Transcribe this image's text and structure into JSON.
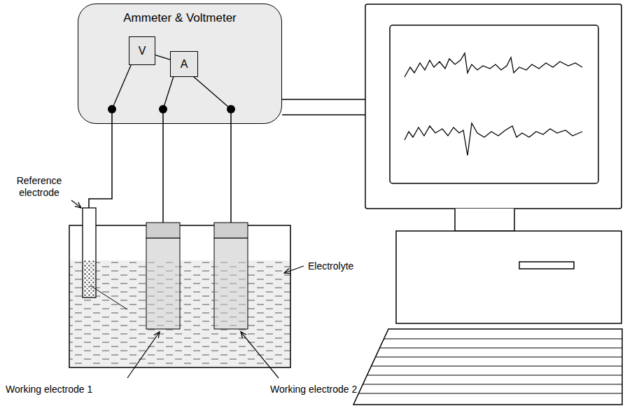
{
  "diagram": {
    "nodes": [
      {
        "text": [
          "Ammeter & Voltmeter"
        ]
      },
      {
        "text": [
          "V"
        ],
        "in": 0
      },
      {
        "text": [
          "A"
        ],
        "in": 0
      }
    ],
    "edges": [
      {
        "from": 1,
        "to": 2,
        "arrow": "none"
      }
    ],
    "labels": [
      "Reference electrode",
      "Electrolyte",
      "Working electrode 1",
      "Working electrode 2"
    ]
  }
}
